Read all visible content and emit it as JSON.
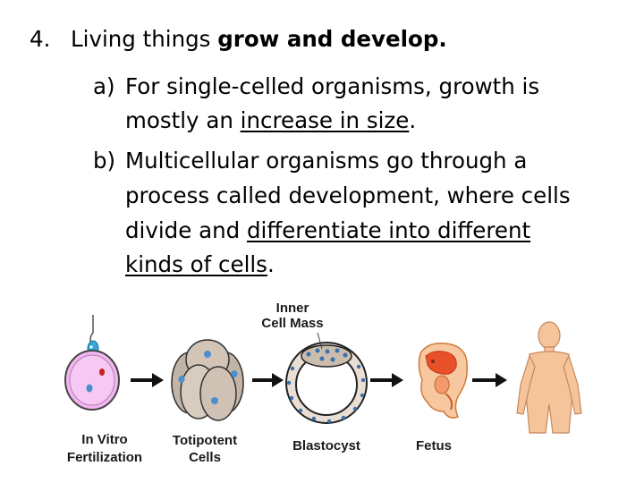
{
  "point": {
    "number": "4.",
    "lead": "Living things ",
    "bold": "grow and develop",
    "end": "."
  },
  "item_a": {
    "marker": "a)",
    "line1": "For single-celled organisms, growth is",
    "line2_pre": "mostly an ",
    "line2_u": "increase in size",
    "line2_end": "."
  },
  "item_b": {
    "marker": "b)",
    "line1": "Multicellular organisms go through a",
    "line2": "process called development, where cells",
    "line3_pre": "divide and ",
    "line3_u": "differentiate into different",
    "line4_u": "kinds of cells",
    "line4_end": "."
  },
  "diagram": {
    "inner_cell_mass_1": "Inner",
    "inner_cell_mass_2": "Cell Mass",
    "ivf_1": "In Vitro",
    "ivf_2": "Fertilization",
    "totipotent_1": "Totipotent",
    "totipotent_2": "Cells",
    "blastocyst": "Blastocyst",
    "fetus": "Fetus"
  }
}
